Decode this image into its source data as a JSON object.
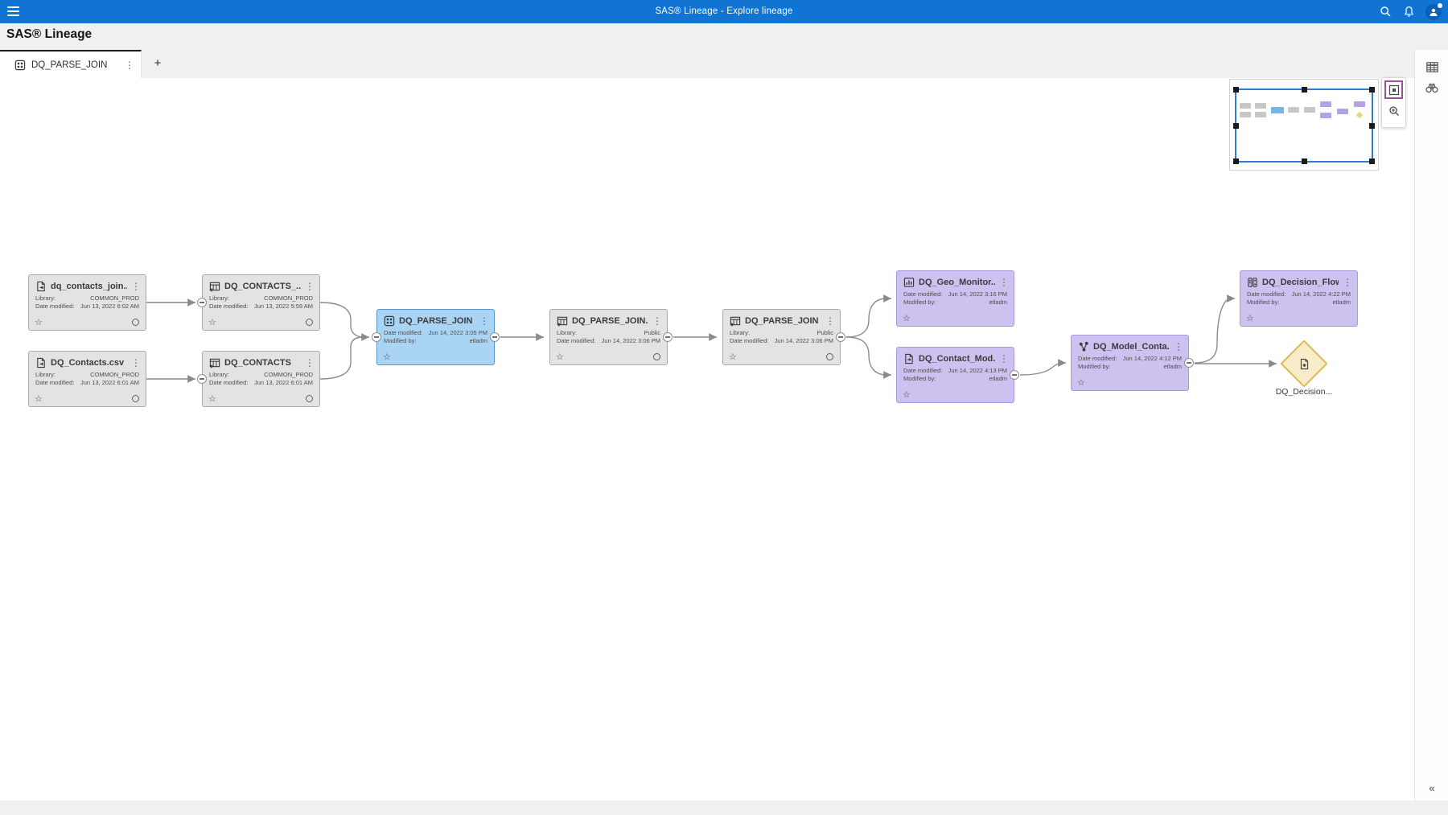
{
  "topbar": {
    "title": "SAS® Lineage - Explore lineage"
  },
  "page": {
    "heading": "SAS® Lineage"
  },
  "tabs": {
    "active_label": "DQ_PARSE_JOIN",
    "add_tab_label": "+"
  },
  "icons": {
    "kebab": "⋮",
    "star": "☆",
    "collapse": "«"
  },
  "colors": {
    "topbar_blue": "#1173d2",
    "node_gray_fill": "#e3e3e3",
    "node_gray_border": "#aaaaaa",
    "node_blue_fill": "#a9d4f4",
    "node_blue_border": "#5598d4",
    "node_purple_fill": "#cdc1ef",
    "node_purple_border": "#a79ae0",
    "diamond_fill": "#f8ecca",
    "diamond_border": "#ddba52",
    "edge_gray": "#8a8a8a",
    "minimap_viewport_blue": "#2e7dd1",
    "minimap_active_button_border": "#9e4f97"
  },
  "nodes": [
    {
      "title": "dq_contacts_join....",
      "icon": "file-export-icon",
      "variant": "gray",
      "fields": [
        {
          "label": "Library:",
          "value": "COMMON_PROD"
        },
        {
          "label": "Date modified:",
          "value": "Jun 13, 2022 6:02 AM"
        }
      ]
    },
    {
      "title": "DQ_CONTACTS_...",
      "icon": "table-icon",
      "variant": "gray",
      "fields": [
        {
          "label": "Library:",
          "value": "COMMON_PROD"
        },
        {
          "label": "Date modified:",
          "value": "Jun 13, 2022 5:59 AM"
        }
      ]
    },
    {
      "title": "DQ_Contacts.csv",
      "icon": "file-icon",
      "variant": "gray",
      "fields": [
        {
          "label": "Library:",
          "value": "COMMON_PROD"
        },
        {
          "label": "Date modified:",
          "value": "Jun 13, 2022 6:01 AM"
        }
      ]
    },
    {
      "title": "DQ_CONTACTS",
      "icon": "table-icon",
      "variant": "gray",
      "fields": [
        {
          "label": "Library:",
          "value": "COMMON_PROD"
        },
        {
          "label": "Date modified:",
          "value": "Jun 13, 2022 6:01 AM"
        }
      ]
    },
    {
      "title": "DQ_PARSE_JOIN",
      "icon": "job-icon",
      "variant": "blue",
      "fields": [
        {
          "label": "Date modified:",
          "value": "Jun 14, 2022 3:05 PM"
        },
        {
          "label": "Modified by:",
          "value": "etladm"
        }
      ]
    },
    {
      "title": "DQ_PARSE_JOIN....",
      "icon": "table-icon",
      "variant": "gray",
      "fields": [
        {
          "label": "Library:",
          "value": "Public"
        },
        {
          "label": "Date modified:",
          "value": "Jun 14, 2022 3:06 PM"
        }
      ]
    },
    {
      "title": "DQ_PARSE_JOIN",
      "icon": "table-icon",
      "variant": "gray",
      "fields": [
        {
          "label": "Library:",
          "value": "Public"
        },
        {
          "label": "Date modified:",
          "value": "Jun 14, 2022 3:06 PM"
        }
      ]
    },
    {
      "title": "DQ_Geo_Monitor...",
      "icon": "report-icon",
      "variant": "purple",
      "fields": [
        {
          "label": "Date modified:",
          "value": "Jun 14, 2022 3:16 PM"
        },
        {
          "label": "Modified by:",
          "value": "etladm"
        }
      ]
    },
    {
      "title": "DQ_Contact_Mod...",
      "icon": "model-icon",
      "variant": "purple",
      "fields": [
        {
          "label": "Date modified:",
          "value": "Jun 14, 2022 4:13 PM"
        },
        {
          "label": "Modified by:",
          "value": "etladm"
        }
      ]
    },
    {
      "title": "DQ_Model_Conta...",
      "icon": "pipeline-icon",
      "variant": "purple",
      "fields": [
        {
          "label": "Date modified:",
          "value": "Jun 14, 2022 4:12 PM"
        },
        {
          "label": "Modified by:",
          "value": "etladm"
        }
      ]
    },
    {
      "title": "DQ_Decision_Flow",
      "icon": "decision-flow-icon",
      "variant": "purple",
      "fields": [
        {
          "label": "Date modified:",
          "value": "Jun 14, 2022 4:22 PM"
        },
        {
          "label": "Modified by:",
          "value": "etladm"
        }
      ]
    }
  ],
  "diamond_node": {
    "label": "DQ_Decision..."
  }
}
